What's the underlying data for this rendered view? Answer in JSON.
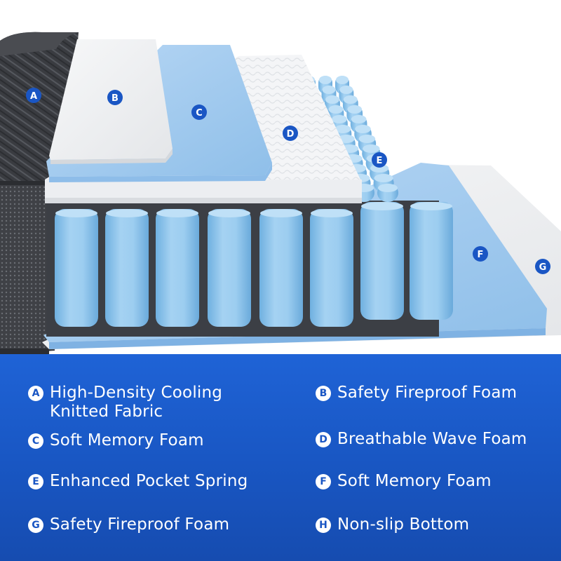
{
  "layer_markers": [
    "A",
    "B",
    "C",
    "D",
    "E",
    "F",
    "G"
  ],
  "legend": [
    {
      "letter": "A",
      "text": "High-Density Cooling\nKnitted Fabric"
    },
    {
      "letter": "B",
      "text": "Safety Fireproof Foam"
    },
    {
      "letter": "C",
      "text": "Soft Memory Foam"
    },
    {
      "letter": "D",
      "text": "Breathable Wave Foam"
    },
    {
      "letter": "E",
      "text": "Enhanced Pocket Spring"
    },
    {
      "letter": "F",
      "text": "Soft Memory Foam"
    },
    {
      "letter": "G",
      "text": "Safety Fireproof Foam"
    },
    {
      "letter": "H",
      "text": "Non-slip Bottom"
    }
  ],
  "colors": {
    "legend_bg": "#1a58c6",
    "badge": "#1a56c4",
    "spring": "#8fc5ea",
    "knit": "#3b3d42",
    "foam_white": "#f1f2f4",
    "memory_foam": "#a9cdf0"
  }
}
